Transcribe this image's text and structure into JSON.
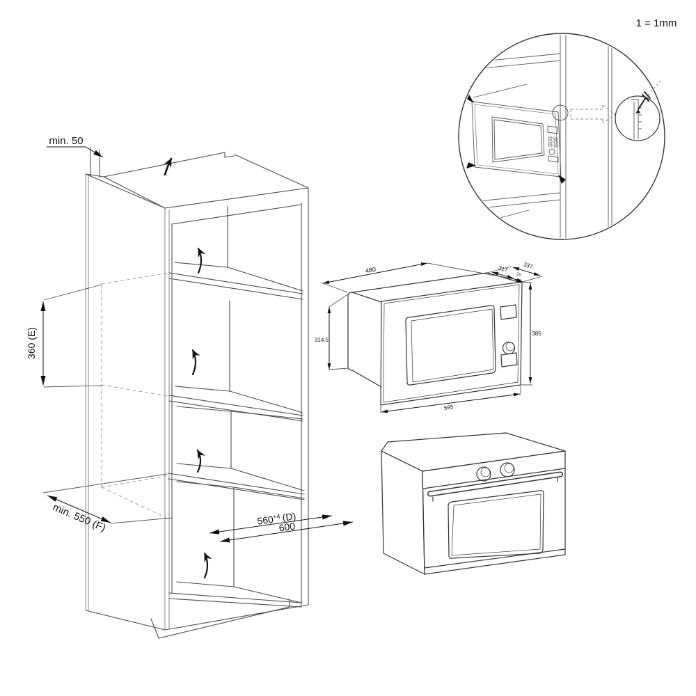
{
  "scale_note": "1 = 1mm",
  "cabinet": {
    "top_clearance": "min. 50",
    "niche_height": "360 (E)",
    "min_niche_depth": "min. 550 (F)",
    "niche_width": "560",
    "niche_width_tolerance": "+4",
    "niche_width_label": "(D)",
    "cabinet_width": "600"
  },
  "microwave": {
    "body_width": "480",
    "recessed_depth": "317",
    "frame_protrusion": "20",
    "total_depth": "337",
    "body_height": "314.5",
    "front_height": "385",
    "front_width": "595"
  }
}
